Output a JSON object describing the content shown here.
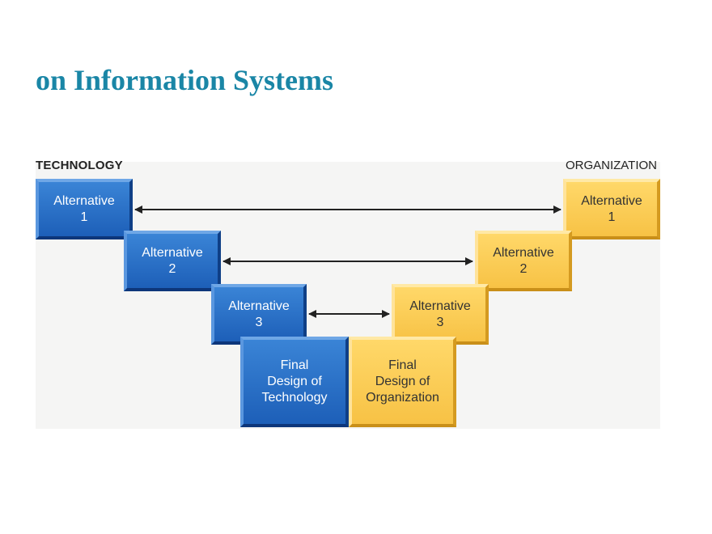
{
  "title": "on Information Systems",
  "labels": {
    "technology": "TECHNOLOGY",
    "organization": "ORGANIZATION"
  },
  "technology_boxes": [
    {
      "text": "Alternative\n1"
    },
    {
      "text": "Alternative\n2"
    },
    {
      "text": "Alternative\n3"
    },
    {
      "text": "Final\nDesign of\nTechnology"
    }
  ],
  "organization_boxes": [
    {
      "text": "Alternative\n1"
    },
    {
      "text": "Alternative\n2"
    },
    {
      "text": "Alternative\n3"
    },
    {
      "text": "Final\nDesign of\nOrganization"
    }
  ],
  "colors": {
    "title": "#1a86a6",
    "technology_fill": "#2a72c8",
    "organization_fill": "#fbcb55",
    "arrow": "#222222"
  }
}
